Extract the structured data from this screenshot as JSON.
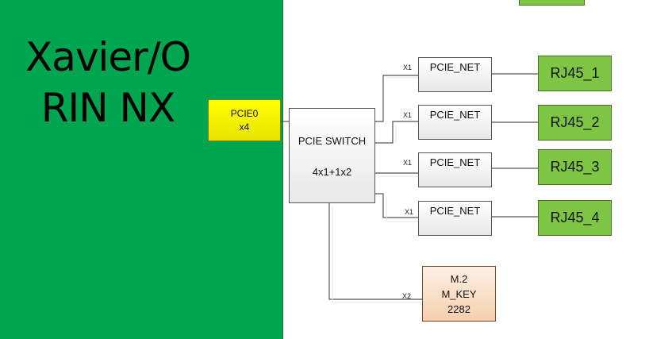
{
  "soc": {
    "title_line1": "Xavier/O",
    "title_line2": "RIN NX",
    "color": "#00a54f"
  },
  "pcie0": {
    "line1": "PCIE0",
    "line2": "x4",
    "color": "#ffff00"
  },
  "switch": {
    "line1": "PCIE SWITCH",
    "line2": "4x1+1x2"
  },
  "nets": [
    {
      "label": "PCIE_NET",
      "lane": "X1",
      "rj45": "RJ45_1"
    },
    {
      "label": "PCIE_NET",
      "lane": "X1",
      "rj45": "RJ45_2"
    },
    {
      "label": "PCIE_NET",
      "lane": "X1",
      "rj45": "RJ45_3"
    },
    {
      "label": "PCIE_NET",
      "lane": "X1",
      "rj45": "RJ45_4"
    }
  ],
  "m2": {
    "line1": "M.2",
    "line2": "M_KEY",
    "line3": "2282",
    "lane": "X2"
  },
  "colors": {
    "rj45": "#7ec544",
    "m2": "#f6cfae",
    "wire": "#555555"
  }
}
